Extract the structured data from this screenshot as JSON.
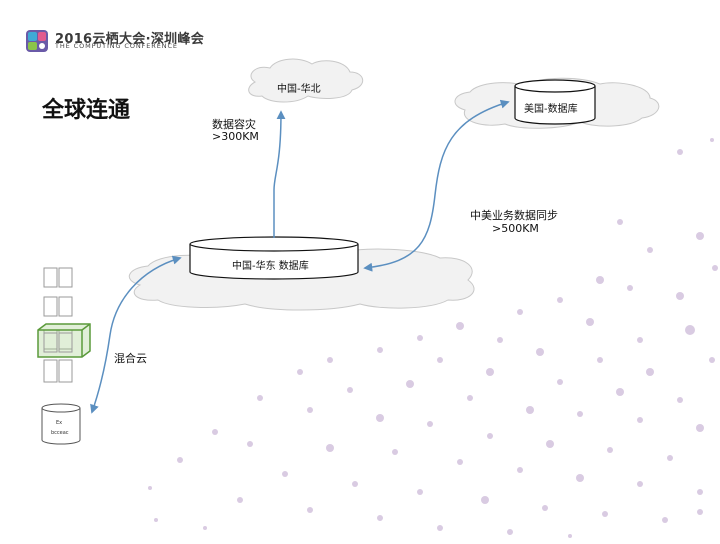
{
  "logo": {
    "line1": "2016云栖大会·深圳峰会",
    "line2": "THE COMPUTING CONFERENCE"
  },
  "title": "全球连通",
  "nodes": {
    "north": "中国-华北",
    "us_db": "美国-数据库",
    "east_db": "中国-华东 数据库",
    "onprem_line1": "Ex",
    "onprem_line2": "bcceac"
  },
  "edges": {
    "disaster": {
      "line1": "数据容灾",
      "line2": ">300KM"
    },
    "sync": {
      "line1": "中美业务数据同步",
      "line2": ">500KM"
    },
    "hybrid": "混合云"
  },
  "colors": {
    "arrow": "#5b8fc0",
    "cloud_fill": "#f2f2f2",
    "cloud_stroke": "#c8c8c8",
    "dot": "#d9cbe2",
    "server_stroke": "#9a9a9a",
    "highlight_box": "#5a9a3a",
    "highlight_fill": "#a9d18e"
  }
}
